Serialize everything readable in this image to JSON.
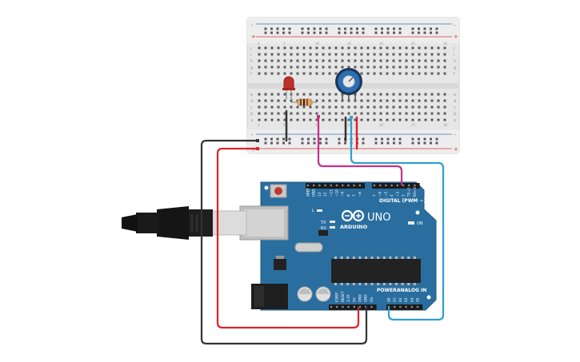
{
  "board": {
    "brand": "ARDUINO",
    "model": "UNO",
    "digital_label": "DIGITAL (PWM ~)",
    "power_label": "POWER",
    "analog_label": "ANALOG IN",
    "on_label": "ON",
    "led_l_label": "L",
    "tx_label": "TX",
    "rx_label": "RX",
    "digital_pins": [
      "AREF",
      "GND",
      "13",
      "12",
      "~11",
      "~10",
      "~9",
      "8",
      "7",
      "~6",
      "~5",
      "4",
      "~3",
      "2",
      "TX→1",
      "RX←0"
    ],
    "power_pins": [
      "IOREF",
      "RESET",
      "3.3V",
      "5V",
      "GND",
      "GND",
      "Vin"
    ],
    "analog_pins": [
      "A0",
      "A1",
      "A2",
      "A3",
      "A4",
      "A5"
    ]
  },
  "breadboard": {
    "row_letters_top": [
      "j",
      "i",
      "h",
      "g",
      "f"
    ],
    "row_letters_bottom": [
      "e",
      "d",
      "c",
      "b",
      "a"
    ],
    "column_numbers": [
      "1",
      "",
      "",
      "",
      "5",
      "",
      "",
      "",
      "",
      "10",
      "",
      "",
      "",
      "",
      "15",
      "",
      "",
      "",
      "",
      "20",
      "",
      "",
      "",
      "",
      "25",
      "",
      "",
      "",
      "",
      "30"
    ],
    "rail_plus": "+",
    "rail_minus": "-"
  },
  "colors": {
    "board_blue": "#2a6e9f",
    "breadboard": "#e9e9e9",
    "wire_black": "#333333",
    "wire_red": "#d7262a",
    "wire_magenta": "#c4318a",
    "wire_blue": "#2d9fd1",
    "led_red": "#c0302a",
    "pot_blue": "#2d6fb3"
  }
}
